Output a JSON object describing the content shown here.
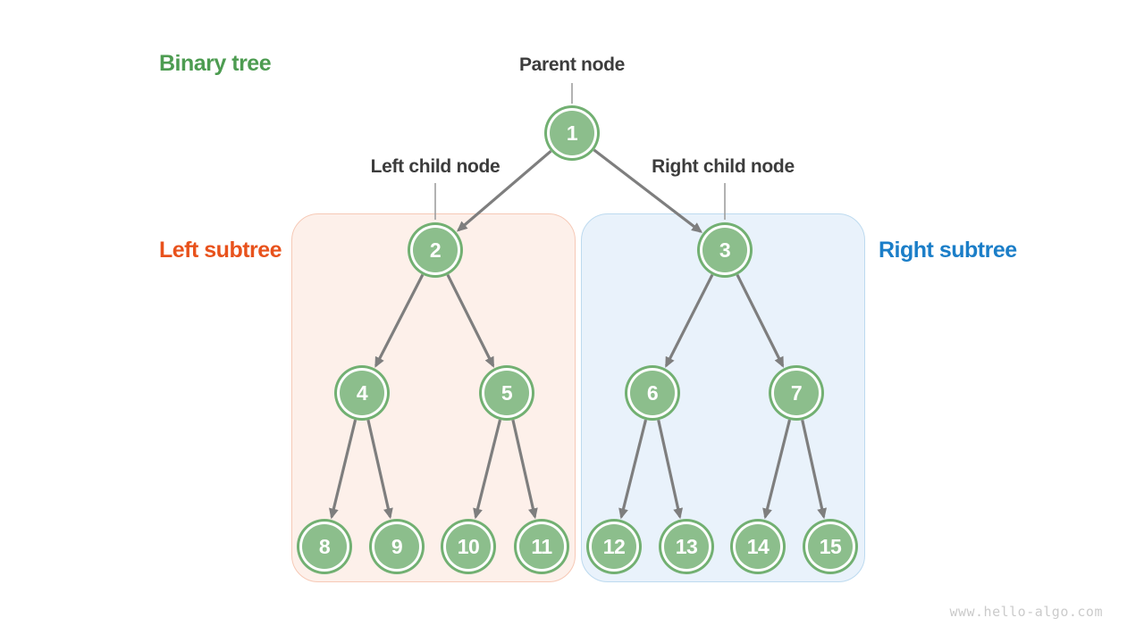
{
  "title": "Binary tree",
  "watermark": "www.hello-algo.com",
  "annotations": {
    "parent_node": "Parent node",
    "left_child_node": "Left child node",
    "right_child_node": "Right child node",
    "left_subtree": "Left subtree",
    "right_subtree": "Right subtree"
  },
  "tree": {
    "node_values": [
      "1",
      "2",
      "3",
      "4",
      "5",
      "6",
      "7",
      "8",
      "9",
      "10",
      "11",
      "12",
      "13",
      "14",
      "15"
    ],
    "edges": [
      [
        1,
        2
      ],
      [
        1,
        3
      ],
      [
        2,
        4
      ],
      [
        2,
        5
      ],
      [
        3,
        6
      ],
      [
        3,
        7
      ],
      [
        4,
        8
      ],
      [
        4,
        9
      ],
      [
        5,
        10
      ],
      [
        5,
        11
      ],
      [
        6,
        12
      ],
      [
        6,
        13
      ],
      [
        7,
        14
      ],
      [
        7,
        15
      ]
    ]
  },
  "colors": {
    "title_text": "#4D9C51",
    "node_fill": "#8CBE8C",
    "node_ring": "#72B072",
    "edge": "#7E7E7E",
    "left_subtree_bg": "#FDF0EA",
    "left_subtree_border": "#F6C9B6",
    "left_subtree_text": "#E8521C",
    "right_subtree_bg": "#E9F2FB",
    "right_subtree_border": "#BDDAEF",
    "right_subtree_text": "#1B7EC8",
    "watermark_text": "#CBCBCB"
  }
}
